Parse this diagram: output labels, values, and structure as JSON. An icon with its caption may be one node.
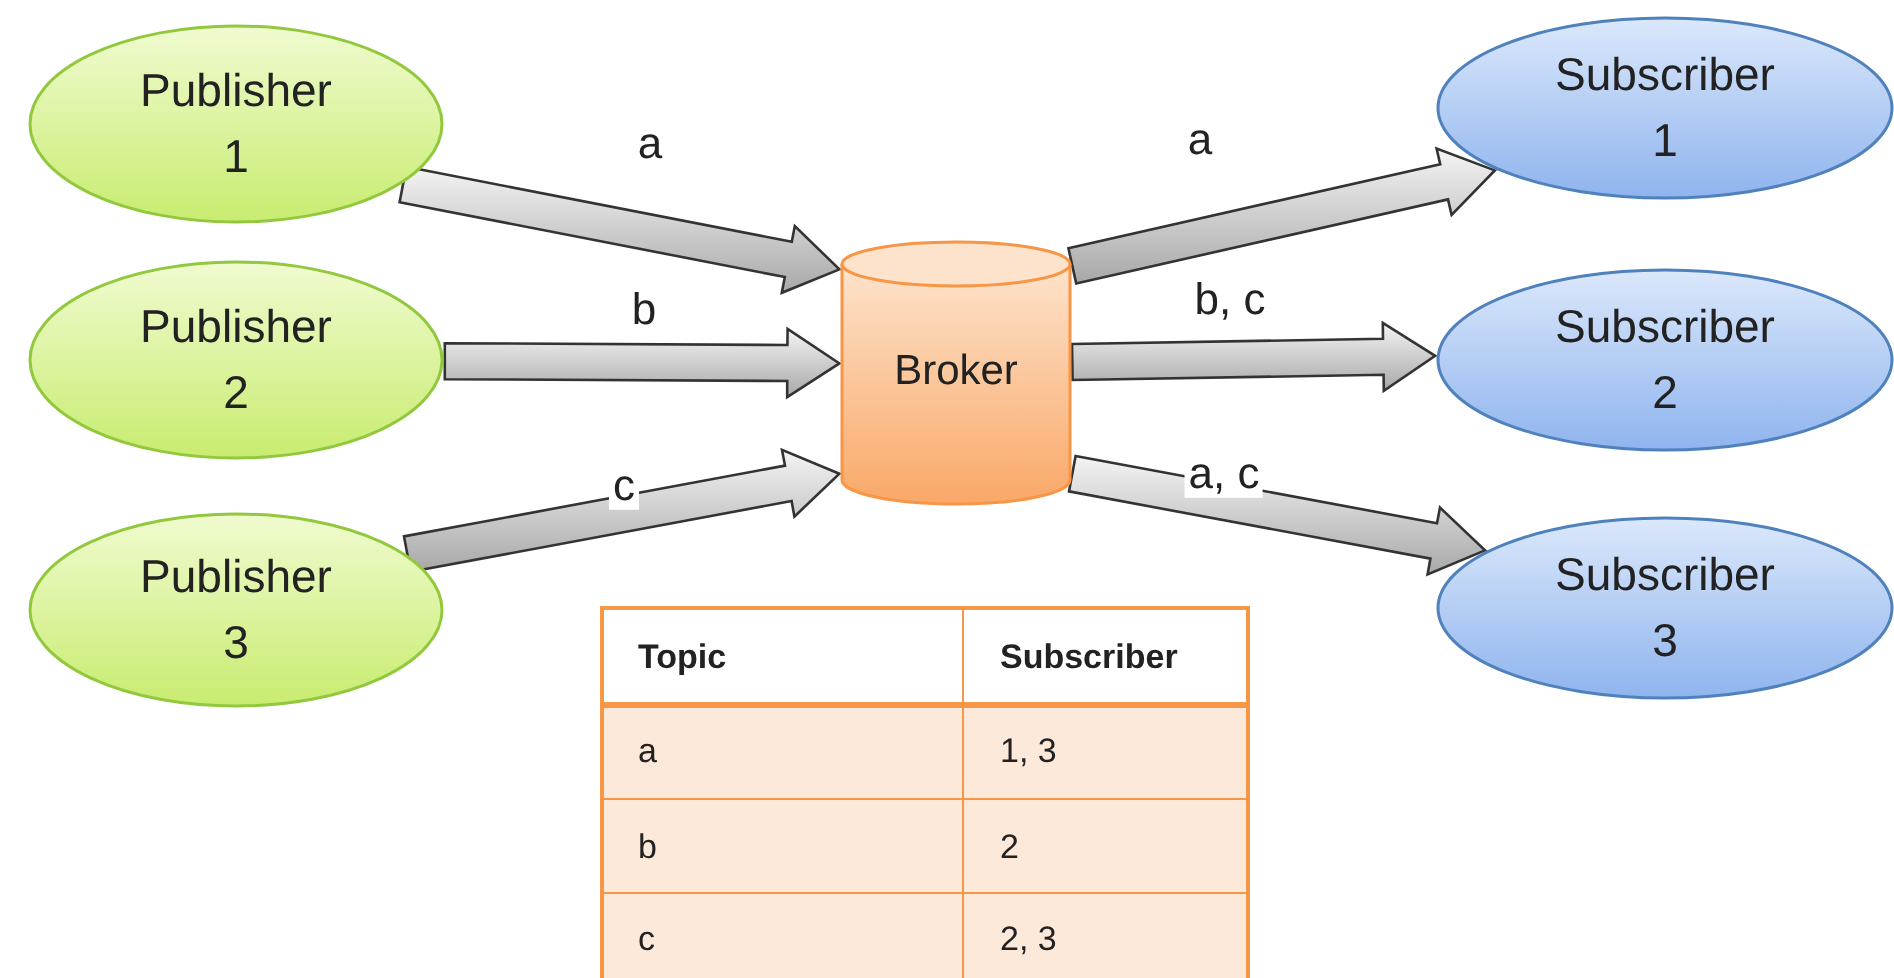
{
  "diagram": {
    "nodes": [
      {
        "text": [
          "Publisher 1"
        ]
      },
      {
        "text": [
          "Publisher 2"
        ]
      },
      {
        "text": [
          "Publisher 3"
        ]
      },
      {
        "text": [
          "Broker"
        ]
      },
      {
        "text": [
          "Subscriber 1"
        ]
      },
      {
        "text": [
          "Subscriber 2"
        ]
      },
      {
        "text": [
          "Subscriber 3"
        ]
      }
    ],
    "edges": [
      {
        "from": 0,
        "to": 3,
        "arrow": "to",
        "label": "a"
      },
      {
        "from": 1,
        "to": 3,
        "arrow": "to",
        "label": "b"
      },
      {
        "from": 2,
        "to": 3,
        "arrow": "to",
        "label": "c"
      },
      {
        "from": 3,
        "to": 4,
        "arrow": "to",
        "label": "a"
      },
      {
        "from": 3,
        "to": 5,
        "arrow": "to",
        "label": "b, c"
      },
      {
        "from": 3,
        "to": 6,
        "arrow": "to",
        "label": "a, c"
      }
    ],
    "labels": [
      "Topic",
      "Subscriber",
      "a",
      "1, 3",
      "b",
      "2",
      "c",
      "2, 3"
    ]
  }
}
